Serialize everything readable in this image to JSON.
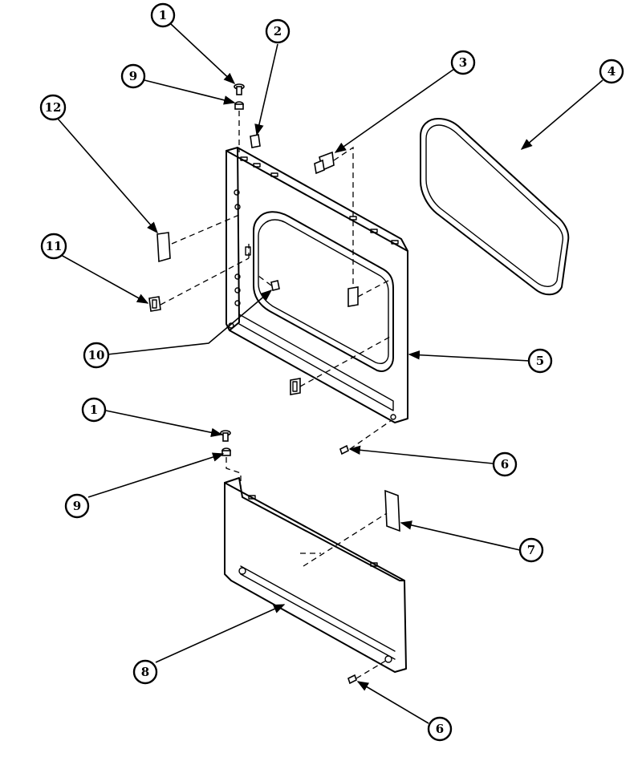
{
  "callouts": [
    {
      "id": "c1a",
      "label": "1"
    },
    {
      "id": "c2",
      "label": "2"
    },
    {
      "id": "c3",
      "label": "3"
    },
    {
      "id": "c4",
      "label": "4"
    },
    {
      "id": "c9a",
      "label": "9"
    },
    {
      "id": "c12",
      "label": "12"
    },
    {
      "id": "c11",
      "label": "11"
    },
    {
      "id": "c10",
      "label": "10"
    },
    {
      "id": "c5",
      "label": "5"
    },
    {
      "id": "c1b",
      "label": "1"
    },
    {
      "id": "c6a",
      "label": "6"
    },
    {
      "id": "c9b",
      "label": "9"
    },
    {
      "id": "c7",
      "label": "7"
    },
    {
      "id": "c8",
      "label": "8"
    },
    {
      "id": "c6b",
      "label": "6"
    }
  ]
}
